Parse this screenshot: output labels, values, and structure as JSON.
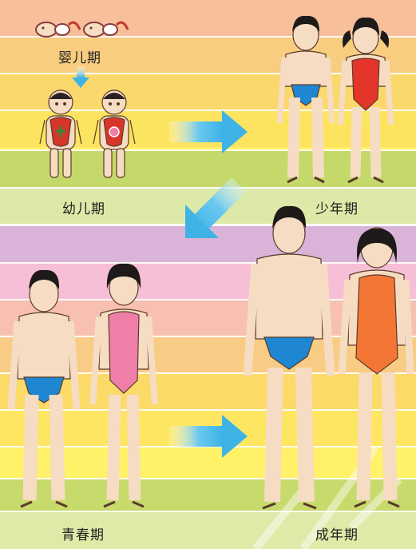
{
  "stages": {
    "infancy": "婴儿期",
    "early_childhood": "幼儿期",
    "childhood": "少年期",
    "adolescence": "青春期",
    "adulthood": "成年期"
  },
  "colors": {
    "top_bands": [
      "#f7bf9a",
      "#f8cd80",
      "#fbd86c",
      "#fde460",
      "#fff06a",
      "#c5d96a",
      "#dde9a8"
    ],
    "bottom_bands": [
      "#d9b4d8",
      "#f6bfd6",
      "#f7c0b0",
      "#f8cc84",
      "#fcda68",
      "#fee662",
      "#fff168",
      "#c7da6c",
      "#dfeaa8"
    ],
    "arrow": "#5bc3ec",
    "skin": "#f6dcc3",
    "skin_outline": "#5a3a2a",
    "hair": "#1e1a1a",
    "swim_blue": "#1f86d1",
    "swim_red": "#e4352b",
    "swim_pink": "#ef7fa8",
    "swim_orange": "#f47634"
  }
}
